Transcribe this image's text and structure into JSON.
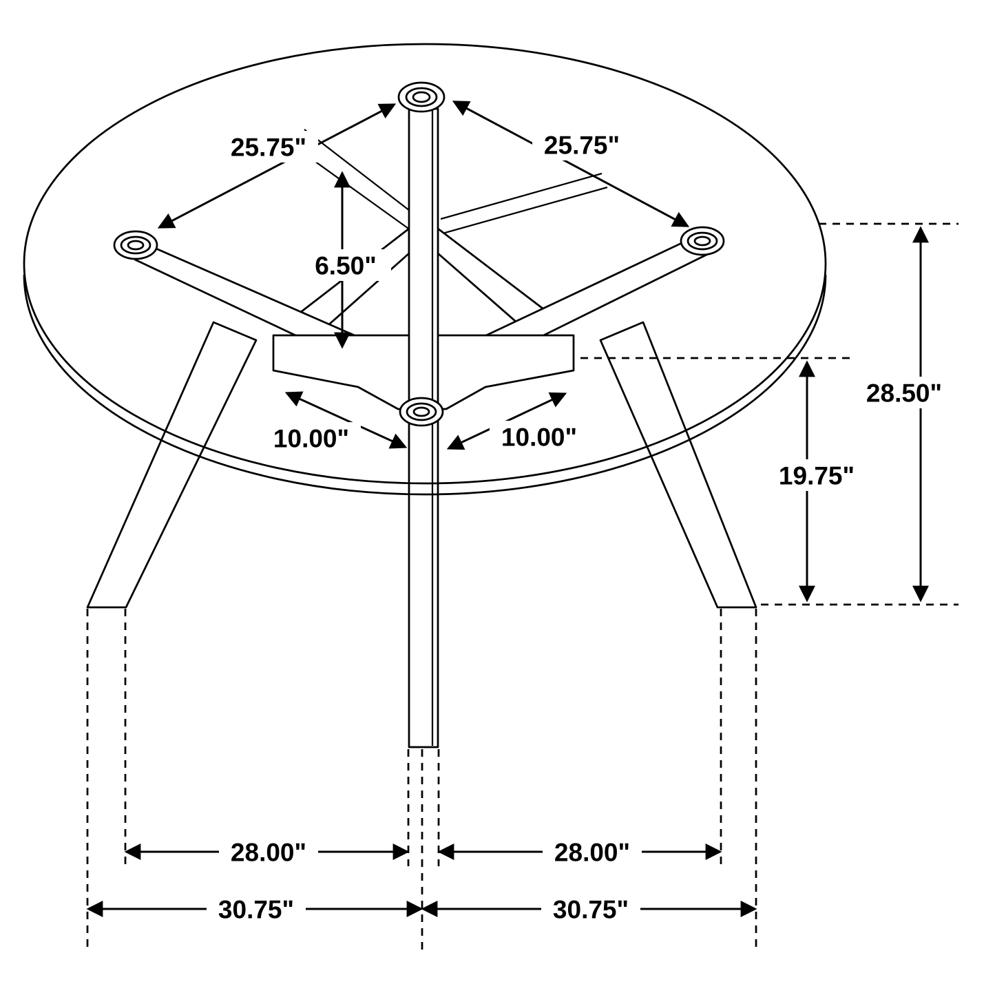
{
  "page": {
    "background_color": "#ffffff",
    "line_color": "#000000"
  },
  "diagram": {
    "subject": "round-glass-top-dining-table-dimension-diagram",
    "labels": {
      "diag_left": "25.75\"",
      "diag_right": "25.75\"",
      "hub_height": "6.50\"",
      "beam_left": "10.00\"",
      "beam_right": "10.00\"",
      "total_height": "28.50\"",
      "underside_height": "19.75\"",
      "span_inner_left": "28.00\"",
      "span_inner_right": "28.00\"",
      "span_outer_left": "30.75\"",
      "span_outer_right": "30.75\""
    }
  }
}
